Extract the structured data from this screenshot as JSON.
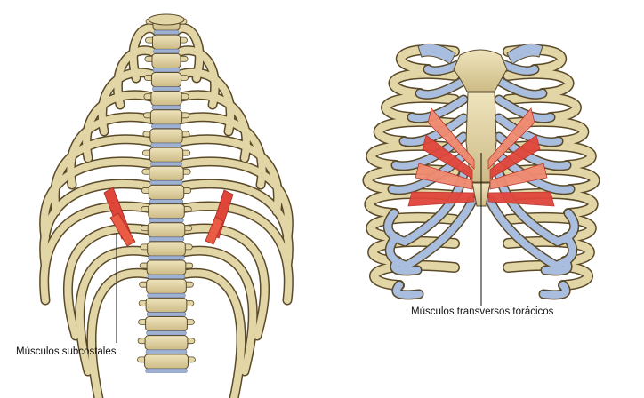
{
  "labels": {
    "subcostal": "Músculos subcostales",
    "transversus": "Músculos transversos torácicos"
  },
  "colors": {
    "bone": "#e3d6a6",
    "bone_outline": "#5a4a2a",
    "cartilage": "#a9bedf",
    "disc": "#9fb1d3",
    "muscle": "#e0453a",
    "muscle_light": "#f08a70",
    "leader_line": "#111111"
  },
  "views": {
    "left": "posterior rib cage with vertebral column",
    "right": "anterior thoracic wall with sternum"
  }
}
